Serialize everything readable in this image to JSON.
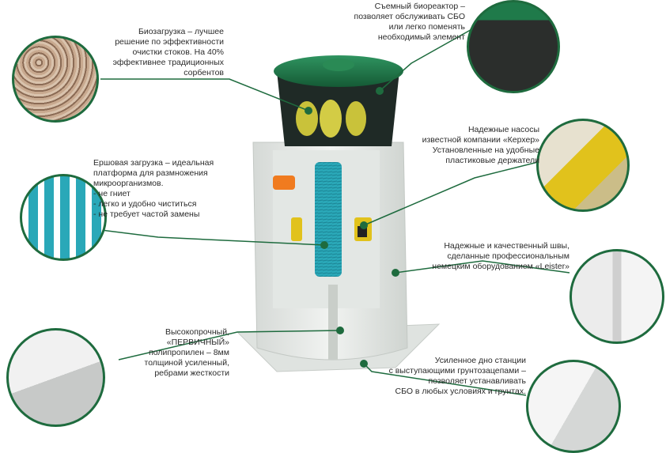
{
  "callouts": {
    "bioload": "Биозагрузка – лучшее\nрешение по эффективности\nочистки стоков. На 40%\nэффективнее традиционных\nсорбентов",
    "reactor": "Съемный биореактор –\nпозволяет обслуживать СБО\nили легко поменять\nнеобходимый элемент",
    "brush": "Ершовая загрузка – идеальная\nплатформа для размножения\nмикроорганизмов.\n- не гниет\n- легко и удобно чиститься\n- не требует частой замены",
    "pumps": "Надежные насосы\nизвестной компании «Керхер»\nУстановленные на удобные\nпластиковые держатели",
    "seams": "Надежные и качественный швы,\nсделанные профессиональным\nнемецким оборудованием «Leister»",
    "polypropylene": "Высокопрочный, «ПЕРВИЧНЫЙ»\nполипропилен – 8мм\nтолщиной усиленный,\nребрами жесткости",
    "bottom": "Усиленное дно станции\nс выступающими грунтозацепами –\nпозволяет устанавливать\nСБО в любых условиях и грунтах."
  },
  "colors": {
    "accent": "#1e6b3e",
    "lid": "#1f7a4a",
    "tank": "#e6e9e6",
    "brush": "#2aa8b8",
    "bag": "#c9c23a",
    "pump": "#e1c21c"
  }
}
